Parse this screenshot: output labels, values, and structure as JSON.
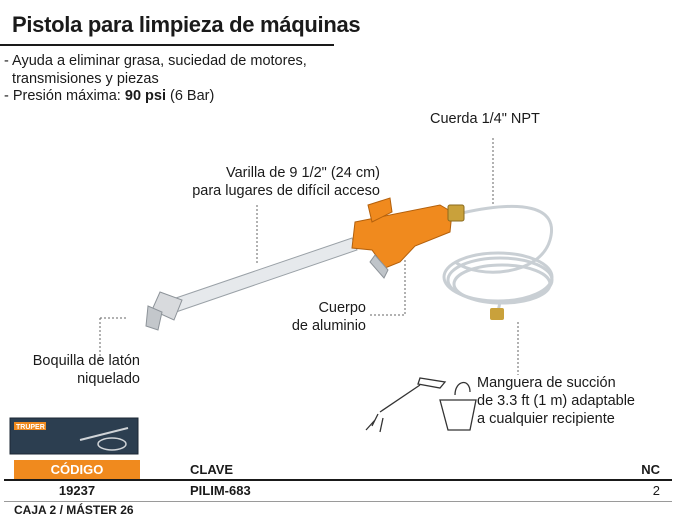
{
  "title": "Pistola para limpieza de máquinas",
  "features": [
    {
      "prefix": "- Ayuda a eliminar grasa, suciedad de motores,",
      "bold": "",
      "suffix": ""
    },
    {
      "prefix": "  transmisiones y piezas",
      "bold": "",
      "suffix": ""
    },
    {
      "prefix": "- Presión máxima: ",
      "bold": "90 psi",
      "suffix": " (6 Bar)"
    }
  ],
  "callouts": {
    "cuerda": "Cuerda 1/4\" NPT",
    "varilla_1": "Varilla de 9 1/2\" (24 cm)",
    "varilla_2": "para lugares de difícil acceso",
    "cuerpo_1": "Cuerpo",
    "cuerpo_2": "de aluminio",
    "boquilla_1": "Boquilla de latón",
    "boquilla_2": "niquelado",
    "manguera_1": "Manguera de succión",
    "manguera_2": "de 3.3 ft (1 m) adaptable",
    "manguera_3": "a cualquier recipiente"
  },
  "box_brand": "TRUPER",
  "table": {
    "headers": {
      "codigo": "CÓDIGO",
      "clave": "CLAVE",
      "nc": "NC"
    },
    "row": {
      "codigo": "19237",
      "clave": "PILIM-683",
      "nc": "2"
    }
  },
  "packaging": "CAJA 2 / MÁSTER 26",
  "colors": {
    "accent": "#f08a1e",
    "text": "#1a1a1a"
  }
}
